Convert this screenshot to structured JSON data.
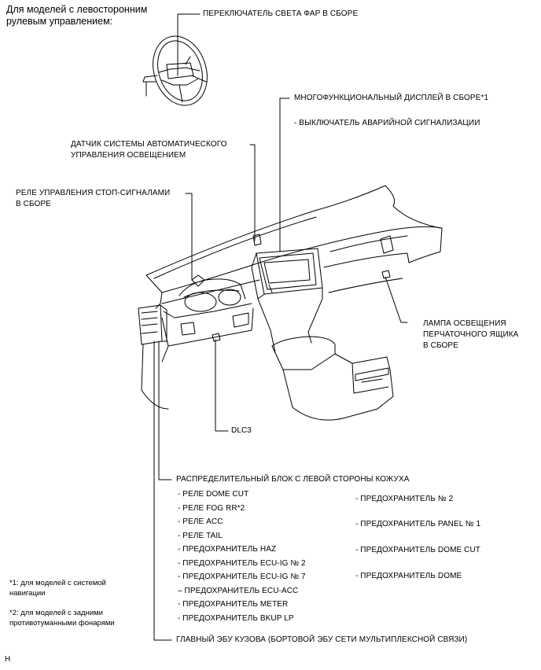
{
  "left_caption": [
    "Для моделей с левосторонним",
    "рулевым управлением:"
  ],
  "labels": {
    "headlight_switch": "ПЕРЕКЛЮЧАТЕЛЬ СВЕТА ФАР В СБОРЕ",
    "multi_display": "МНОГОФУНКЦИОНАЛЬНЫЙ ДИСПЛЕЙ В СБОРЕ*1",
    "hazard_switch": "- ВЫКЛЮЧАТЕЛЬ АВАРИЙНОЙ СИГНАЛИЗАЦИИ",
    "auto_light_sensor": [
      "ДАТЧИК СИСТЕМЫ АВТОМАТИЧЕСКОГО",
      "УПРАВЛЕНИЯ ОСВЕЩЕНИЕМ"
    ],
    "stop_relay": [
      "РЕЛЕ УПРАВЛЕНИЯ СТОП-СИГНАЛАМИ",
      "В СБОРЕ"
    ],
    "glovebox_lamp": [
      "ЛАМПА ОСВЕЩЕНИЯ",
      "ПЕРЧАТОЧНОГО ЯЩИКА",
      "В СБОРЕ"
    ],
    "dlc3": "DLC3",
    "junction_block": "РАСПРЕДЕЛИТЕЛЬНЫЙ БЛОК С ЛЕВОЙ СТОРОНЫ КОЖУХА",
    "main_body_ecu": "ГЛАВНЫЙ ЭБУ КУЗОВА (БОРТОВОЙ ЭБУ СЕТИ МУЛЬТИПЛЕКСНОЙ СВЯЗИ)"
  },
  "junction_items_left": [
    "- РЕЛЕ DOME CUT",
    "- РЕЛЕ FOG RR*2",
    "- РЕЛЕ ACC",
    "- РЕЛЕ TAIL",
    "- ПРЕДОХРАНИТЕЛЬ HAZ",
    "- ПРЕДОХРАНИТЕЛЬ ECU-IG № 2",
    "- ПРЕДОХРАНИТЕЛЬ ECU-IG № 7",
    "– ПРЕДОХРАНИТЕЛЬ ECU-ACC",
    "- ПРЕДОХРАНИТЕЛЬ METER",
    "- ПРЕДОХРАНИТЕЛЬ BKUP LP"
  ],
  "junction_items_right": [
    "- ПРЕДОХРАНИТЕЛЬ № 2",
    "- ПРЕДОХРАНИТЕЛЬ PANEL № 1",
    "- ПРЕДОХРАНИТЕЛЬ DOME CUT",
    "- ПРЕДОХРАНИТЕЛЬ DOME"
  ],
  "notes": {
    "note1": [
      "*1: для моделей с системой",
      "навигации"
    ],
    "note2": [
      "*2: для моделей с задними",
      "противотуманными фонарями"
    ]
  },
  "corner_mark": "H"
}
